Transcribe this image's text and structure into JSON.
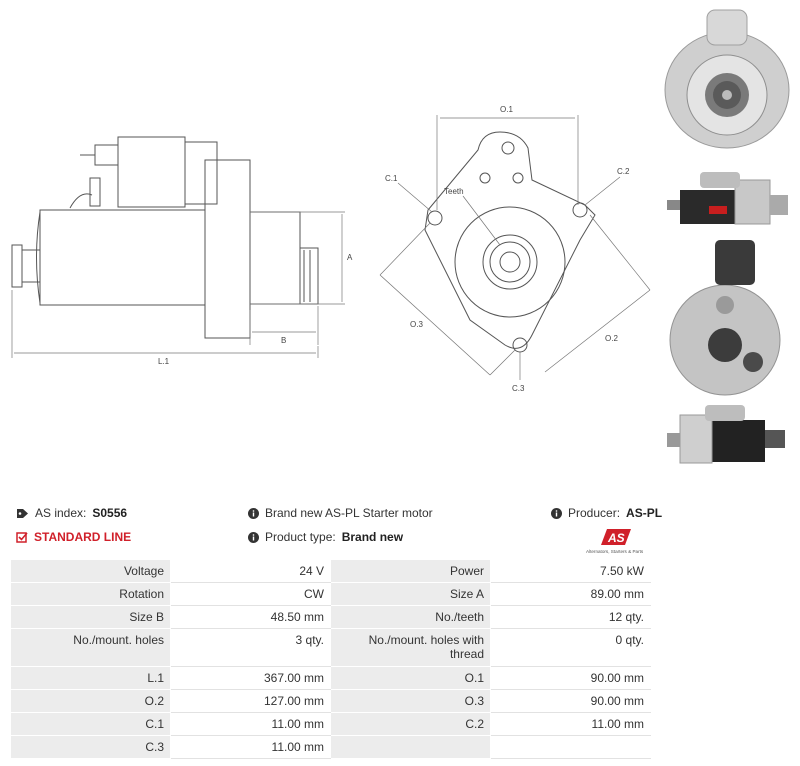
{
  "diagram_labels": {
    "a": "A",
    "b": "B",
    "l1": "L.1",
    "o1": "O.1",
    "o2": "O.2",
    "o3": "O.3",
    "c1": "C.1",
    "c2": "C.2",
    "c3": "C.3",
    "teeth": "Teeth"
  },
  "header": {
    "as_index_label": "AS index:",
    "as_index_value": "S0556",
    "standard_line": "STANDARD LINE",
    "description": "Brand new AS-PL Starter motor",
    "product_type_label": "Product type:",
    "product_type_value": "Brand new",
    "producer_label": "Producer:",
    "producer_value": "AS-PL",
    "logo_mark": "AS",
    "logo_tagline": "Alternators, Starters & Parts"
  },
  "colors": {
    "accent_red": "#d0202a",
    "label_bg": "#ececec"
  },
  "specs": [
    [
      {
        "label": "Voltage",
        "value": "24 V"
      },
      {
        "label": "Power",
        "value": "7.50 kW"
      }
    ],
    [
      {
        "label": "Rotation",
        "value": "CW"
      },
      {
        "label": "Size A",
        "value": "89.00 mm"
      }
    ],
    [
      {
        "label": "Size B",
        "value": "48.50 mm"
      },
      {
        "label": "No./teeth",
        "value": "12 qty."
      }
    ],
    [
      {
        "label": "No./mount. holes",
        "value": "3 qty."
      },
      {
        "label": "No./mount. holes with thread",
        "value": "0 qty."
      }
    ],
    [
      {
        "label": "L.1",
        "value": "367.00 mm"
      },
      {
        "label": "O.1",
        "value": "90.00 mm"
      }
    ],
    [
      {
        "label": "O.2",
        "value": "127.00 mm"
      },
      {
        "label": "O.3",
        "value": "90.00 mm"
      }
    ],
    [
      {
        "label": "C.1",
        "value": "11.00 mm"
      },
      {
        "label": "C.2",
        "value": "11.00 mm"
      }
    ],
    [
      {
        "label": "C.3",
        "value": "11.00 mm"
      },
      {
        "label": "",
        "value": ""
      }
    ]
  ]
}
